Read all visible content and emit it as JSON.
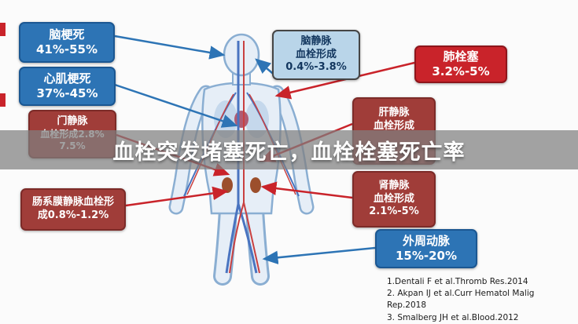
{
  "banner": {
    "title": "血栓突发堵塞死亡，血栓栓塞死亡率"
  },
  "callouts": {
    "cerebral_infarction": {
      "name": "脑梗死",
      "value": "41%-55%"
    },
    "myocardial_infarction": {
      "name": "心肌梗死",
      "value": "37%-45%"
    },
    "portal_vein": {
      "name": "门静脉",
      "line2": "血栓形成2.8%",
      "line3": "7.5%"
    },
    "mesenteric_vein": {
      "line1": "肠系膜静脉血栓形",
      "line2": "成0.8%-1.2%"
    },
    "cerebral_venous": {
      "name": "脑静脉",
      "line2": "血栓形成",
      "value": "0.4%-3.8%"
    },
    "pulmonary_embolism": {
      "name": "肺栓塞",
      "value": "3.2%-5%"
    },
    "hepatic_vein": {
      "name": "肝静脉",
      "line2": "血栓形成"
    },
    "renal_vein": {
      "name": "肾静脉",
      "line2": "血栓形成",
      "value": "2.1%-5%"
    },
    "peripheral_artery": {
      "name": "外周动脉",
      "value": "15%-20%"
    }
  },
  "references": [
    "1.Dentali F et al.Thromb Res.2014",
    "2. Akpan IJ et al.Curr Hematol Malig Rep.2018",
    "3. Smalberg JH et al.Blood.2012"
  ],
  "colors": {
    "blue_box": "#2d74b5",
    "red_box": "#c9232a",
    "dark_red_box": "#a03d39",
    "light_blue_box": "#b9d5e9",
    "banner_overlay": "rgba(128,128,128,0.72)"
  }
}
